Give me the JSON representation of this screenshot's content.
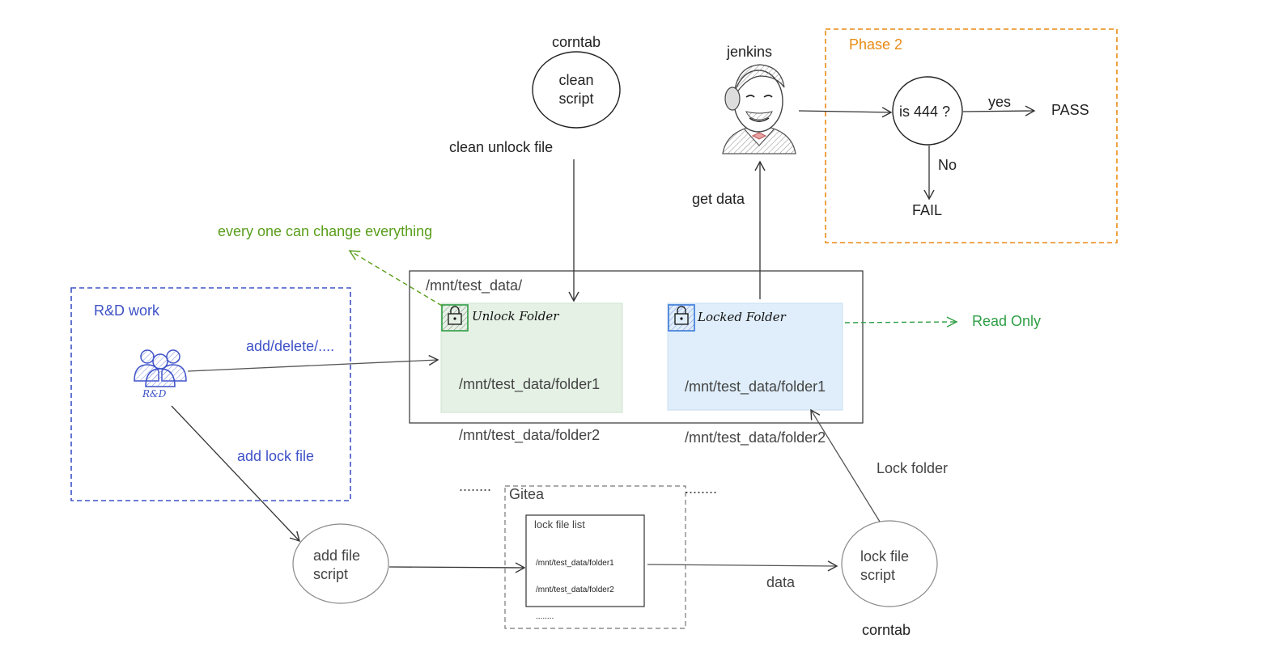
{
  "nodes": {
    "corntab_top": "corntab",
    "clean_script": "clean\nscript",
    "jenkins": "jenkins",
    "phase2": "Phase 2",
    "decision": "is 444 ?",
    "pass": "PASS",
    "fail": "FAIL",
    "mount_root": "/mnt/test_data/",
    "unlock_folder": "Unlock Folder",
    "locked_folder": "Locked Folder",
    "unlock_list": [
      "/mnt/test_data/folder1",
      "/mnt/test_data/folder2",
      "........"
    ],
    "locked_list": [
      "/mnt/test_data/folder1",
      "/mnt/test_data/folder2",
      "........"
    ],
    "rd_work": "R&D work",
    "rd_icon_label": "R&D",
    "add_file_script": "add file\nscript",
    "gitea": "Gitea",
    "lock_file_list_title": "lock file list",
    "lock_file_list_items": [
      "/mnt/test_data/folder1",
      "/mnt/test_data/folder2",
      "........"
    ],
    "lock_file_script": "lock file\nscript",
    "corntab_bottom": "corntab"
  },
  "edges": {
    "clean_unlock_file": "clean unlock file",
    "get_data": "get data",
    "yes": "yes",
    "no": "No",
    "everyone_change": "every one can change everything",
    "read_only": "Read Only",
    "add_delete": "add/delete/....",
    "add_lock_file": "add lock file",
    "lock_folder": "Lock folder",
    "data": "data"
  },
  "colors": {
    "rd_border": "#3e52c7",
    "phase2_border": "#e98a14",
    "unlock_fill": "#e5f1e5",
    "locked_fill": "#dfeefa",
    "green_arrow": "#2e9e44",
    "everyone_text": "#5a9e1c"
  }
}
